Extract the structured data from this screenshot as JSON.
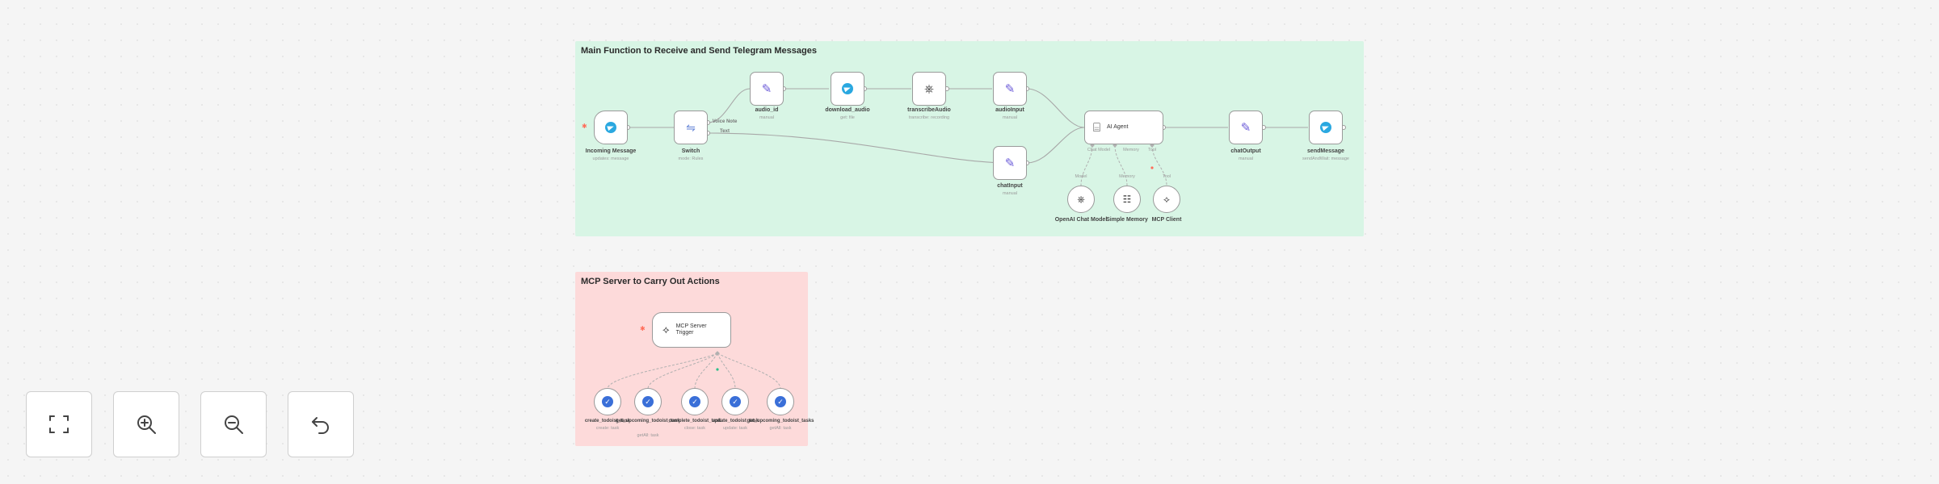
{
  "stickies": {
    "main_title": "Main Function to Receive and Send Telegram Messages",
    "mcp_title": "MCP Server to Carry Out Actions"
  },
  "nodes": {
    "incoming_message": {
      "name": "Incoming Message",
      "sub": "updates: message"
    },
    "switch": {
      "name": "Switch",
      "sub": "mode: Rules"
    },
    "audio_id": {
      "name": "audio_id",
      "sub": "manual"
    },
    "download_audio": {
      "name": "download_audio",
      "sub": "get: file"
    },
    "transcribe_audio": {
      "name": "transcribeAudio",
      "sub": "transcribe: recording"
    },
    "audio_input": {
      "name": "audioInput",
      "sub": "manual"
    },
    "chat_input": {
      "name": "chatInput",
      "sub": "manual"
    },
    "ai_agent": {
      "name": "AI Agent"
    },
    "chat_output": {
      "name": "chatOutput",
      "sub": "manual"
    },
    "send_message": {
      "name": "sendMessage",
      "sub": "sendAndWait: message"
    },
    "openai_chat_model": {
      "name": "OpenAI Chat Model"
    },
    "simple_memory": {
      "name": "Simple Memory"
    },
    "mcp_client": {
      "name": "MCP Client"
    },
    "mcp_trigger": {
      "name": "MCP Server Trigger"
    },
    "tools": [
      {
        "name": "create_todoist_task",
        "sub": "create: task"
      },
      {
        "name": "get_upcoming_todoist_task",
        "sub": "getAll: task"
      },
      {
        "name": "complete_todoist_task",
        "sub": "close: task"
      },
      {
        "name": "update_todoist_task",
        "sub": "update: task"
      },
      {
        "name": "get_upcoming_todoist_tasks",
        "sub": "getAll: task"
      }
    ]
  },
  "edge_labels": {
    "switch_audio": "Voice Note",
    "switch_text": "Text",
    "agent_model": "Chat Model",
    "agent_memory": "Memory",
    "agent_tool": "Tool",
    "model_badge": "Model",
    "memory_badge": "Memory",
    "tool_badge": "Tool"
  },
  "controls": [
    {
      "name": "fit-view",
      "icon": "fullscreen-icon"
    },
    {
      "name": "zoom-in",
      "icon": "zoom-in-icon"
    },
    {
      "name": "zoom-out",
      "icon": "zoom-out-icon"
    },
    {
      "name": "reset-zoom",
      "icon": "undo-icon"
    }
  ],
  "colors": {
    "main_sticky": "#d8f5e5",
    "mcp_sticky": "#fddada",
    "telegram": "#2aa8e0",
    "pencil": "#6b5bd8",
    "todoist_tool": "#3a6fd8",
    "trigger_star": "#ff6d5a"
  }
}
